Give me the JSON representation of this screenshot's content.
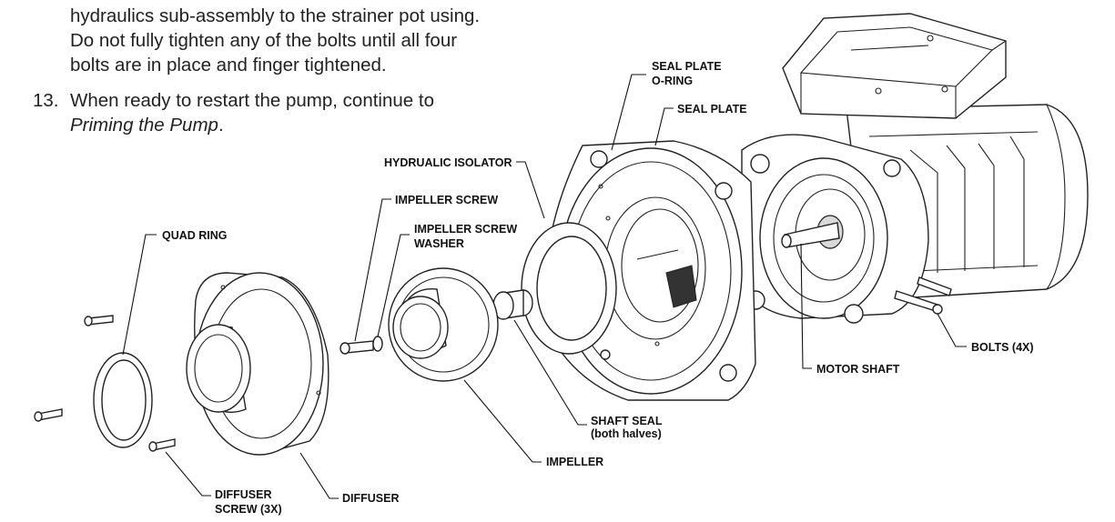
{
  "instructions": {
    "continued_lines": [
      "hydraulics sub-assembly to the strainer pot using.",
      "Do not fully tighten any of the bolts until all four",
      "bolts are in place and finger tightened."
    ],
    "step13": {
      "number": "13.",
      "text_line1": "When ready to restart the pump, continue to",
      "link_text": "Priming the Pump",
      "suffix": "."
    }
  },
  "labels": {
    "seal_plate_oring_1": "SEAL PLATE",
    "seal_plate_oring_2": "O-RING",
    "seal_plate": "SEAL PLATE",
    "hydraulic_isolator": "HYDRUALIC ISOLATOR",
    "impeller_screw": "IMPELLER SCREW",
    "impeller_screw_washer_1": "IMPELLER SCREW",
    "impeller_screw_washer_2": "WASHER",
    "quad_ring": "QUAD RING",
    "bolts": "BOLTS (4X)",
    "motor_shaft": "MOTOR SHAFT",
    "shaft_seal_1": "SHAFT SEAL",
    "shaft_seal_2": "(both halves)",
    "impeller": "IMPELLER",
    "diffuser_screw_1": "DIFFUSER",
    "diffuser_screw_2": "SCREW (3X)",
    "diffuser": "DIFFUSER"
  }
}
